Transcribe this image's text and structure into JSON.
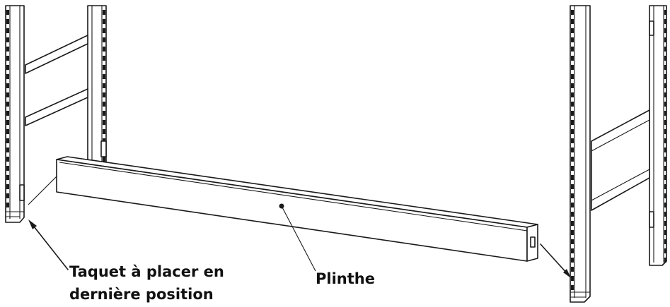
{
  "labels": {
    "taquet_line1": "Taquet à placer en",
    "taquet_line2": "dernière position",
    "plinthe": "Plinthe"
  },
  "colors": {
    "line": "#1a1a1a",
    "background": "#ffffff"
  }
}
